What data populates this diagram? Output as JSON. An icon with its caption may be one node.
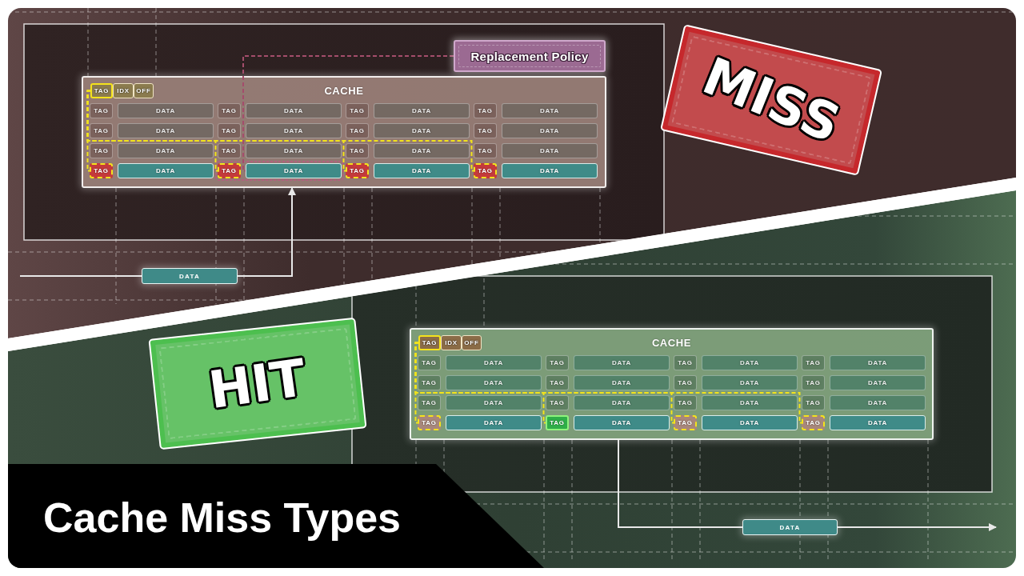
{
  "diagram": {
    "title": "Cache Miss Types",
    "nodes": [
      {
        "text": [
          "CACHE"
        ]
      },
      {
        "text": [
          "TAG"
        ],
        "in": 0
      },
      {
        "text": [
          "IDX"
        ],
        "in": 0
      },
      {
        "text": [
          "OFF"
        ],
        "in": 0
      },
      {
        "text": [
          "TAG"
        ],
        "in": 0
      },
      {
        "text": [
          "DATA"
        ],
        "in": 0
      },
      {
        "text": [
          "TAG"
        ],
        "in": 0
      },
      {
        "text": [
          "DATA"
        ],
        "in": 0
      },
      {
        "text": [
          "TAG"
        ],
        "in": 0
      },
      {
        "text": [
          "DATA"
        ],
        "in": 0
      },
      {
        "text": [
          "TAG"
        ],
        "in": 0
      },
      {
        "text": [
          "DATA"
        ],
        "in": 0
      },
      {
        "text": [
          "TAG"
        ],
        "in": 0
      },
      {
        "text": [
          "DATA"
        ],
        "in": 0
      },
      {
        "text": [
          "TAG"
        ],
        "in": 0
      },
      {
        "text": [
          "DATA"
        ],
        "in": 0
      },
      {
        "text": [
          "TAG"
        ],
        "in": 0
      },
      {
        "text": [
          "DATA"
        ],
        "in": 0
      },
      {
        "text": [
          "TAG"
        ],
        "in": 0
      },
      {
        "text": [
          "DATA"
        ],
        "in": 0
      },
      {
        "text": [
          "TAG"
        ],
        "in": 0
      },
      {
        "text": [
          "DATA"
        ],
        "in": 0
      },
      {
        "text": [
          "TAG"
        ],
        "in": 0
      },
      {
        "text": [
          "DATA"
        ],
        "in": 0
      },
      {
        "text": [
          "TAG"
        ],
        "in": 0
      },
      {
        "text": [
          "DATA"
        ],
        "in": 0
      },
      {
        "text": [
          "TAG"
        ],
        "in": 0
      },
      {
        "text": [
          "DATA"
        ],
        "in": 0
      },
      {
        "text": [
          "TAG"
        ],
        "in": 0
      },
      {
        "text": [
          "DATA"
        ],
        "in": 0
      },
      {
        "text": [
          "TAG"
        ],
        "in": 0
      },
      {
        "text": [
          "DATA"
        ],
        "in": 0
      },
      {
        "text": [
          "TAG"
        ],
        "in": 0
      },
      {
        "text": [
          "DATA"
        ],
        "in": 0
      },
      {
        "text": [
          "TAG"
        ],
        "in": 0
      },
      {
        "text": [
          "DATA"
        ],
        "in": 0
      },
      {
        "text": [
          "Replacement Policy"
        ]
      },
      {
        "text": [
          "MISS"
        ]
      },
      {
        "text": [
          "DATA"
        ]
      },
      {
        "text": [
          "HIT"
        ]
      },
      {
        "text": [
          "CACHE"
        ]
      },
      {
        "text": [
          "TAG"
        ],
        "in": 40
      },
      {
        "text": [
          "IDX"
        ],
        "in": 40
      },
      {
        "text": [
          "OFF"
        ],
        "in": 40
      },
      {
        "text": [
          "TAG"
        ],
        "in": 40
      },
      {
        "text": [
          "DATA"
        ],
        "in": 40
      },
      {
        "text": [
          "TAG"
        ],
        "in": 40
      },
      {
        "text": [
          "DATA"
        ],
        "in": 40
      },
      {
        "text": [
          "TAG"
        ],
        "in": 40
      },
      {
        "text": [
          "DATA"
        ],
        "in": 40
      },
      {
        "text": [
          "TAG"
        ],
        "in": 40
      },
      {
        "text": [
          "DATA"
        ],
        "in": 40
      },
      {
        "text": [
          "TAG"
        ],
        "in": 40
      },
      {
        "text": [
          "DATA"
        ],
        "in": 40
      },
      {
        "text": [
          "TAG"
        ],
        "in": 40
      },
      {
        "text": [
          "DATA"
        ],
        "in": 40
      },
      {
        "text": [
          "TAG"
        ],
        "in": 40
      },
      {
        "text": [
          "DATA"
        ],
        "in": 40
      },
      {
        "text": [
          "TAG"
        ],
        "in": 40
      },
      {
        "text": [
          "DATA"
        ],
        "in": 40
      },
      {
        "text": [
          "TAG"
        ],
        "in": 40
      },
      {
        "text": [
          "DATA"
        ],
        "in": 40
      },
      {
        "text": [
          "TAG"
        ],
        "in": 40
      },
      {
        "text": [
          "DATA"
        ],
        "in": 40
      },
      {
        "text": [
          "TAG"
        ],
        "in": 40
      },
      {
        "text": [
          "DATA"
        ],
        "in": 40
      },
      {
        "text": [
          "TAG"
        ],
        "in": 40
      },
      {
        "text": [
          "DATA"
        ],
        "in": 40
      },
      {
        "text": [
          "TAG"
        ],
        "in": 40
      },
      {
        "text": [
          "DATA"
        ],
        "in": 40
      },
      {
        "text": [
          "TAG"
        ],
        "in": 40
      },
      {
        "text": [
          "DATA"
        ],
        "in": 40
      },
      {
        "text": [
          "TAG"
        ],
        "in": 40
      },
      {
        "text": [
          "DATA"
        ],
        "in": 40
      },
      {
        "text": [
          "TAG"
        ],
        "in": 40
      },
      {
        "text": [
          "DATA"
        ],
        "in": 40
      },
      {
        "text": [
          "DATA"
        ]
      }
    ],
    "edges": [
      {
        "from": 1,
        "to": 28,
        "arrow": "none",
        "style": "dashed",
        "color": "#f2e31b"
      },
      {
        "from": 1,
        "to": 30,
        "arrow": "none",
        "style": "dashed",
        "color": "#f2e31b"
      },
      {
        "from": 1,
        "to": 32,
        "arrow": "none",
        "style": "dashed",
        "color": "#f2e31b"
      },
      {
        "from": 1,
        "to": 34,
        "arrow": "none",
        "style": "dashed",
        "color": "#f2e31b"
      },
      {
        "from": 36,
        "to": 31,
        "arrow": "none",
        "style": "dashed",
        "color": "#a44d6b"
      },
      {
        "from": null,
        "to": 38,
        "arrow": "none",
        "color": "#e8e8e8"
      },
      {
        "from": 38,
        "to": 0,
        "arrow": "to",
        "color": "#e8e8e8"
      },
      {
        "from": 41,
        "to": 68,
        "arrow": "none",
        "style": "dashed",
        "color": "#f2e31b"
      },
      {
        "from": 41,
        "to": 70,
        "arrow": "none",
        "style": "dashed",
        "color": "#f2e31b"
      },
      {
        "from": 41,
        "to": 72,
        "arrow": "none",
        "style": "dashed",
        "color": "#f2e31b"
      },
      {
        "from": 41,
        "to": 74,
        "arrow": "none",
        "style": "dashed",
        "color": "#f2e31b"
      },
      {
        "from": 40,
        "to": 76,
        "arrow": "none",
        "color": "#e8e8e8"
      },
      {
        "from": 76,
        "to": null,
        "arrow": "to",
        "color": "#e8e8e8"
      }
    ]
  }
}
